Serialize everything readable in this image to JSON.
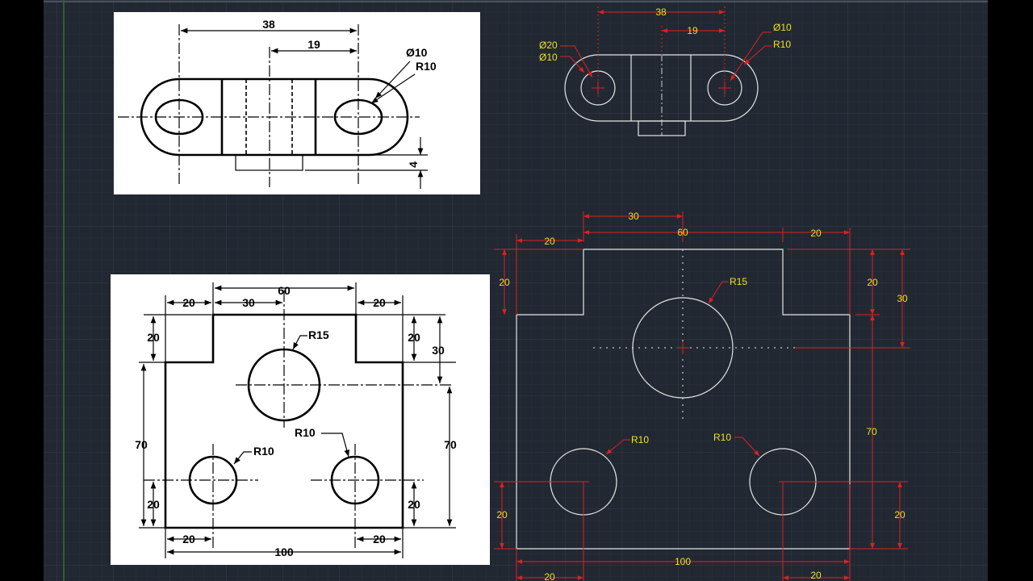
{
  "colors": {
    "cad_background": "#212832",
    "grid": "#2e3744",
    "geometry": "#e6e6e6",
    "dimension_line": "#e02020",
    "dimension_text": "#f0e020",
    "reference_paper": "#ffffff"
  },
  "reference_top": {
    "dim_38": "38",
    "dim_19": "19",
    "dia_10": "Ø10",
    "rad_10": "R10",
    "dim_4": "4"
  },
  "cad_top": {
    "dim_38": "38",
    "dim_19": "19",
    "dia_20": "Ø20",
    "dia_10_left": "Ø10",
    "dia_10_right": "Ø10",
    "rad_10": "R10"
  },
  "reference_bottom": {
    "dim_60": "60",
    "dim_20_top_left": "20",
    "dim_30_top": "30",
    "dim_20_top_right": "20",
    "dim_20_left_notch": "20",
    "dim_20_right_notch": "20",
    "dim_30_right": "30",
    "rad_15": "R15",
    "rad_10_right": "R10",
    "rad_10_left": "R10",
    "dim_70_left": "70",
    "dim_70_right": "70",
    "dim_20_left_low": "20",
    "dim_20_right_low": "20",
    "dim_20_bottom_left": "20",
    "dim_20_bottom_right": "20",
    "dim_100": "100"
  },
  "cad_bottom": {
    "dim_30_top": "30",
    "dim_60": "60",
    "dim_20_top_left": "20",
    "dim_20_top_right": "20",
    "dim_20_left_notch": "20",
    "dim_20_right_notch": "20",
    "dim_30_right": "30",
    "rad_15": "R15",
    "rad_10_left": "R10",
    "rad_10_right": "R10",
    "dim_70": "70",
    "dim_20_left_low": "20",
    "dim_20_right_low": "20",
    "dim_100": "100",
    "dim_20_bottom_left": "20",
    "dim_20_bottom_right": "20"
  }
}
